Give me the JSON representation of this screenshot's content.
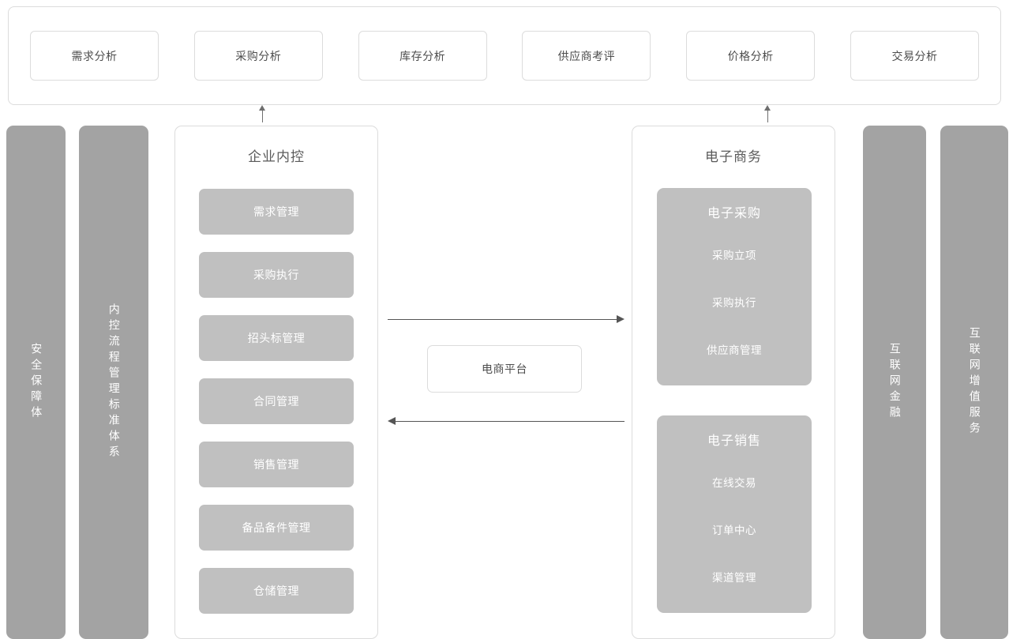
{
  "analytics_band": {
    "cards": [
      {
        "label": "需求分析"
      },
      {
        "label": "采购分析"
      },
      {
        "label": "库存分析"
      },
      {
        "label": "供应商考评"
      },
      {
        "label": "价格分析"
      },
      {
        "label": "交易分析"
      }
    ]
  },
  "pillars": {
    "left": [
      {
        "name": "security",
        "label": "安全保障体"
      },
      {
        "name": "process",
        "label": "内控流程管理标准体系"
      }
    ],
    "right": [
      {
        "name": "internet-finance",
        "label": "互联网金融"
      },
      {
        "name": "internet-value-added",
        "label": "互联网增值服务"
      }
    ]
  },
  "internal_control": {
    "title": "企业内控",
    "modules": [
      {
        "label": "需求管理"
      },
      {
        "label": "采购执行"
      },
      {
        "label": "招头标管理"
      },
      {
        "label": "合同管理"
      },
      {
        "label": "销售管理"
      },
      {
        "label": "备品备件管理"
      },
      {
        "label": "仓储管理"
      }
    ]
  },
  "ecommerce": {
    "title": "电子商务",
    "groups": [
      {
        "title": "电子采购",
        "items": [
          {
            "label": "采购立项"
          },
          {
            "label": "采购执行"
          },
          {
            "label": "供应商管理"
          }
        ]
      },
      {
        "title": "电子销售",
        "items": [
          {
            "label": "在线交易"
          },
          {
            "label": "订单中心"
          },
          {
            "label": "渠道管理"
          }
        ]
      }
    ]
  },
  "platform": {
    "label": "电商平台"
  },
  "colors": {
    "tile_grey": "#c0c0c0",
    "pillar_grey": "#a3a3a3",
    "border_grey": "#dcdcdc",
    "title_text": "#5a5a5a",
    "body_text": "#4d4d4d",
    "arrow": "#555555"
  }
}
